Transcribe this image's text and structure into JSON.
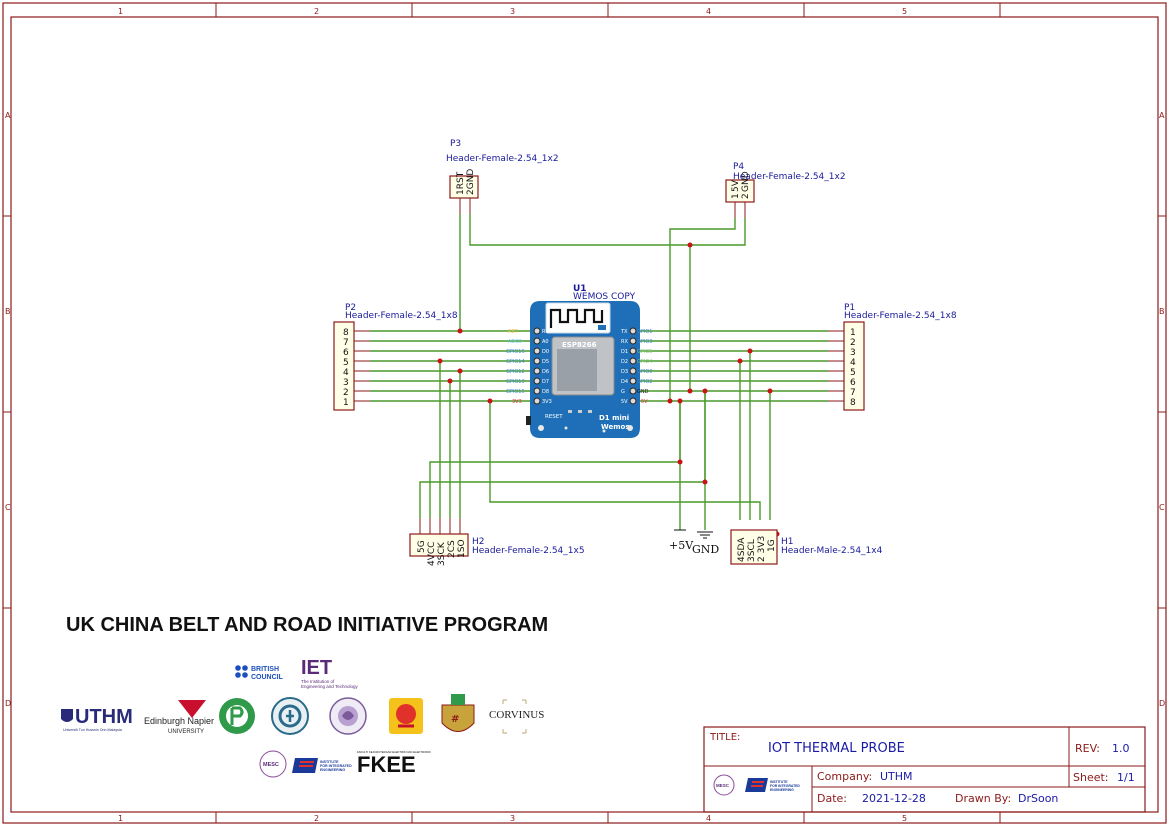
{
  "frame": {
    "col_labels": [
      "1",
      "2",
      "3",
      "4",
      "5"
    ],
    "row_labels": [
      "A",
      "B",
      "C",
      "D"
    ]
  },
  "components": {
    "p3": {
      "ref": "P3",
      "value": "Header-Female-2.54_1x2",
      "pins": [
        "1RST",
        "2GND"
      ]
    },
    "p4": {
      "ref": "P4",
      "value": "Header-Female-2.54_1x2",
      "pins": [
        "1",
        "5V",
        "2",
        "GND"
      ]
    },
    "u1": {
      "ref": "U1",
      "value": "WEMOS COPY"
    },
    "p2": {
      "ref": "P2",
      "value": "Header-Female-2.54_1x8",
      "pins": [
        "8",
        "7",
        "6",
        "5",
        "4",
        "3",
        "2",
        "1"
      ]
    },
    "p1": {
      "ref": "P1",
      "value": "Header-Female-2.54_1x8",
      "pins": [
        "1",
        "2",
        "3",
        "4",
        "5",
        "6",
        "7",
        "8"
      ]
    },
    "h2": {
      "ref": "H2",
      "value": "Header-Female-2.54_1x5",
      "pins": [
        "5G",
        "4VCC",
        "3SCK",
        "2CS",
        "1SO"
      ]
    },
    "h1": {
      "ref": "H1",
      "value": "Header-Male-2.54_1x4",
      "pins": [
        "4SDA",
        "3SCL",
        "2 3V3",
        "1G"
      ]
    },
    "pwr_5v": "+5V",
    "pwr_gnd": "GND"
  },
  "board": {
    "chip": "ESP8266",
    "reset": "RESET",
    "name1": "D1 mini",
    "name2": "Wemos",
    "left_pins": [
      "RST",
      "A0",
      "D0",
      "D5",
      "D6",
      "D7",
      "D8",
      "3V3"
    ],
    "left_labels": [
      "RST",
      "ADC0",
      "GPIO16",
      "GPIO14",
      "GPIO12",
      "GPIO13",
      "GPIO15",
      "3V3"
    ],
    "right_pins": [
      "TX",
      "RX",
      "D1",
      "D2",
      "D3",
      "D4",
      "G",
      "5V"
    ],
    "right_labels": [
      "GPIO1",
      "GPIO3",
      "GPIO5",
      "GPIO4",
      "GPIO0",
      "GPIO2",
      "GND",
      "5V"
    ],
    "label_colors_left": [
      "#e8b840",
      "#58c8e8",
      "#3a8ad0",
      "#3a8ad0",
      "#3a8ad0",
      "#3a8ad0",
      "#3a8ad0",
      "#e03030"
    ],
    "label_colors_right": [
      "#3a8ad0",
      "#3a8ad0",
      "#7ac070",
      "#7ac070",
      "#3a8ad0",
      "#3a8ad0",
      "#111111",
      "#e03030"
    ]
  },
  "program_title": "UK CHINA BELT AND ROAD INITIATIVE PROGRAM",
  "logos": {
    "british_council": [
      "BRITISH",
      "COUNCIL"
    ],
    "iet": {
      "mark": "IET",
      "line1": "The Institution of",
      "line2": "Engineering and Technology"
    },
    "uthm": "UTHM",
    "uthm_sub": "Universiti Tun Hussein Onn Malaysia",
    "napier": [
      "Edinburgh Napier",
      "UNIVERSITY"
    ],
    "corvinus": "CORVINUS",
    "mesc": "MESC",
    "ie": [
      "INSTITUTE",
      "FOR INTEGRATED",
      "ENGINEERING"
    ],
    "fkee": "FKEE",
    "fkee_sub": "FAKULTI KEJURUTERAAN ELEKTRIK DAN ELEKTRONIK"
  },
  "title_block": {
    "title_label": "TITLE:",
    "title_value": "IOT THERMAL PROBE",
    "rev_label": "REV:",
    "rev_value": "1.0",
    "company_label": "Company:",
    "company_value": "UTHM",
    "sheet_label": "Sheet:",
    "sheet_value": "1/1",
    "date_label": "Date:",
    "date_value": "2021-12-28",
    "drawn_label": "Drawn By:",
    "drawn_value": "DrSoon"
  },
  "colors": {
    "frame": "#8b1a1a",
    "wire": "#4a9a2a",
    "junction": "#c81414",
    "ref_text": "#1a1a9a",
    "board": "#1e6fb8",
    "tb_value": "#1a1aa8"
  }
}
